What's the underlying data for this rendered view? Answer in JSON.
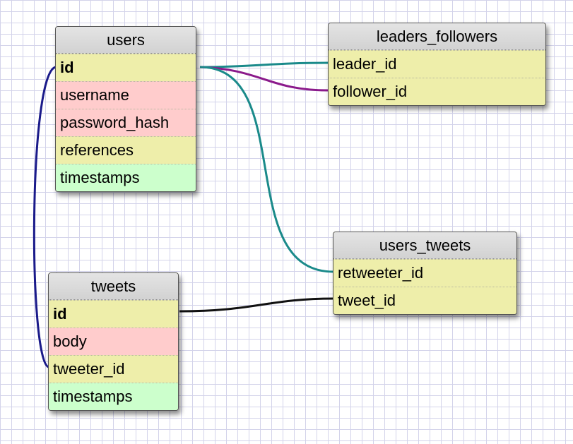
{
  "colors": {
    "key": "#eeeeaa",
    "text_field": "#ffcccc",
    "timestamps": "#ccffcc",
    "header": "#d9d9d9",
    "link_teal": "#1a8a8a",
    "link_purple": "#8b1a8b",
    "link_navy": "#1a1a8a",
    "link_black": "#111111"
  },
  "tables": {
    "users": {
      "title": "users",
      "fields": [
        {
          "name": "id",
          "kind": "key"
        },
        {
          "name": "username",
          "kind": "text_field"
        },
        {
          "name": "password_hash",
          "kind": "text_field"
        },
        {
          "name": "references",
          "kind": "key"
        },
        {
          "name": "timestamps",
          "kind": "timestamps"
        }
      ]
    },
    "leaders_followers": {
      "title": "leaders_followers",
      "fields": [
        {
          "name": "leader_id",
          "kind": "key"
        },
        {
          "name": "follower_id",
          "kind": "key"
        }
      ]
    },
    "users_tweets": {
      "title": "users_tweets",
      "fields": [
        {
          "name": "retweeter_id",
          "kind": "key"
        },
        {
          "name": "tweet_id",
          "kind": "key"
        }
      ]
    },
    "tweets": {
      "title": "tweets",
      "fields": [
        {
          "name": "id",
          "kind": "key"
        },
        {
          "name": "body",
          "kind": "text_field"
        },
        {
          "name": "tweeter_id",
          "kind": "key"
        },
        {
          "name": "timestamps",
          "kind": "timestamps"
        }
      ]
    }
  },
  "relations": [
    {
      "from": "users.id",
      "to": "leaders_followers.leader_id",
      "color": "link_teal"
    },
    {
      "from": "users.id",
      "to": "leaders_followers.follower_id",
      "color": "link_purple"
    },
    {
      "from": "users.id",
      "to": "users_tweets.retweeter_id",
      "color": "link_teal"
    },
    {
      "from": "users.id",
      "to": "tweets.tweeter_id",
      "color": "link_navy"
    },
    {
      "from": "tweets.id",
      "to": "users_tweets.tweet_id",
      "color": "link_black"
    }
  ]
}
